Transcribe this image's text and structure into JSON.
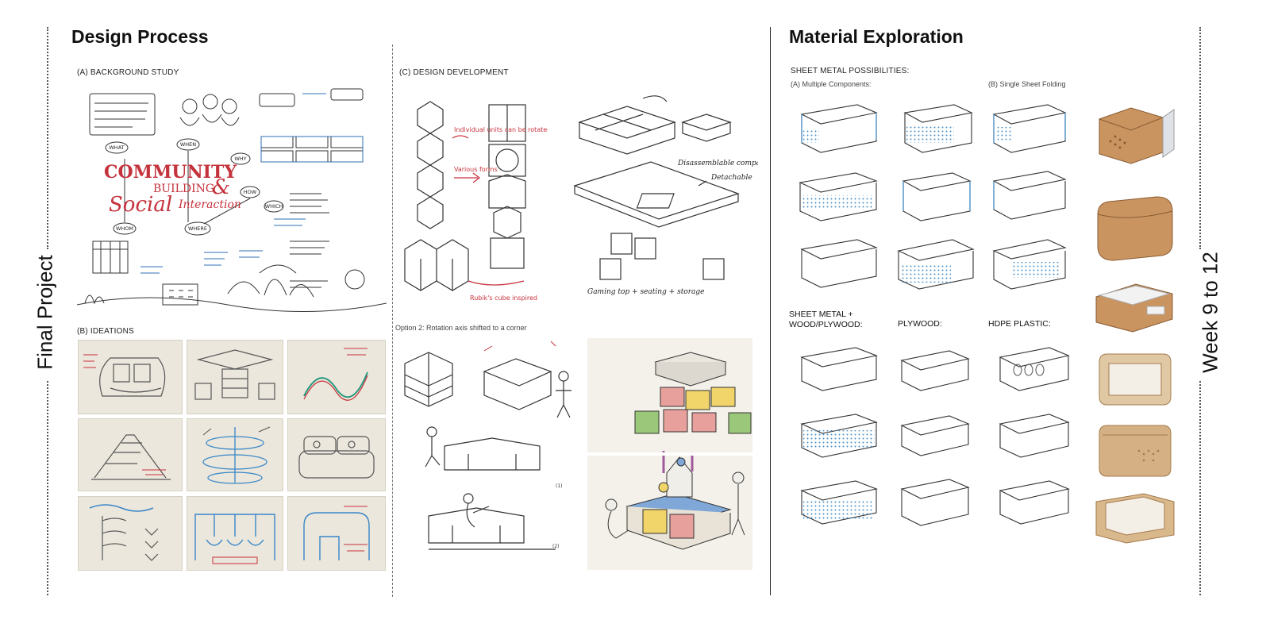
{
  "side_labels": {
    "left": "Final Project",
    "right": "Week 9 to 12"
  },
  "design_process": {
    "title": "Design Process",
    "background_study": {
      "label": "(A) BACKGROUND STUDY",
      "main_words": [
        "COMMUNITY",
        "BUILDING",
        "&",
        "Social",
        "Interaction"
      ],
      "nodes": [
        "WHAT",
        "WHOM",
        "WHY",
        "HOW",
        "WHEN",
        "WHERE",
        "WHICH"
      ]
    },
    "ideations": {
      "label": "(B) IDEATIONS"
    },
    "design_development": {
      "label": "(C) DESIGN DEVELOPMENT",
      "option2": "Option 2: Rotation axis shifted to a corner",
      "notes": [
        "Individual units can be rotated",
        "Various forms",
        "Rubik's cube inspired",
        "Disassemblable compartments",
        "Detachable",
        "Gaming top + seating + storage"
      ]
    }
  },
  "material_exploration": {
    "title": "Material Exploration",
    "sheet_metal": {
      "heading": "SHEET METAL POSSIBILITIES:",
      "a": "(A) Multiple Components:",
      "b": "(B) Single Sheet Folding"
    },
    "lower_headings": [
      "SHEET METAL +\nWOOD/PLYWOOD:",
      "PLYWOOD:",
      "HDPE PLASTIC:"
    ]
  },
  "colors": {
    "ink": "#111111",
    "sketch_blue": "#4a90c8",
    "sketch_red": "#c8323c",
    "wood": "#c89b6a",
    "paper": "#ebe7dc"
  }
}
